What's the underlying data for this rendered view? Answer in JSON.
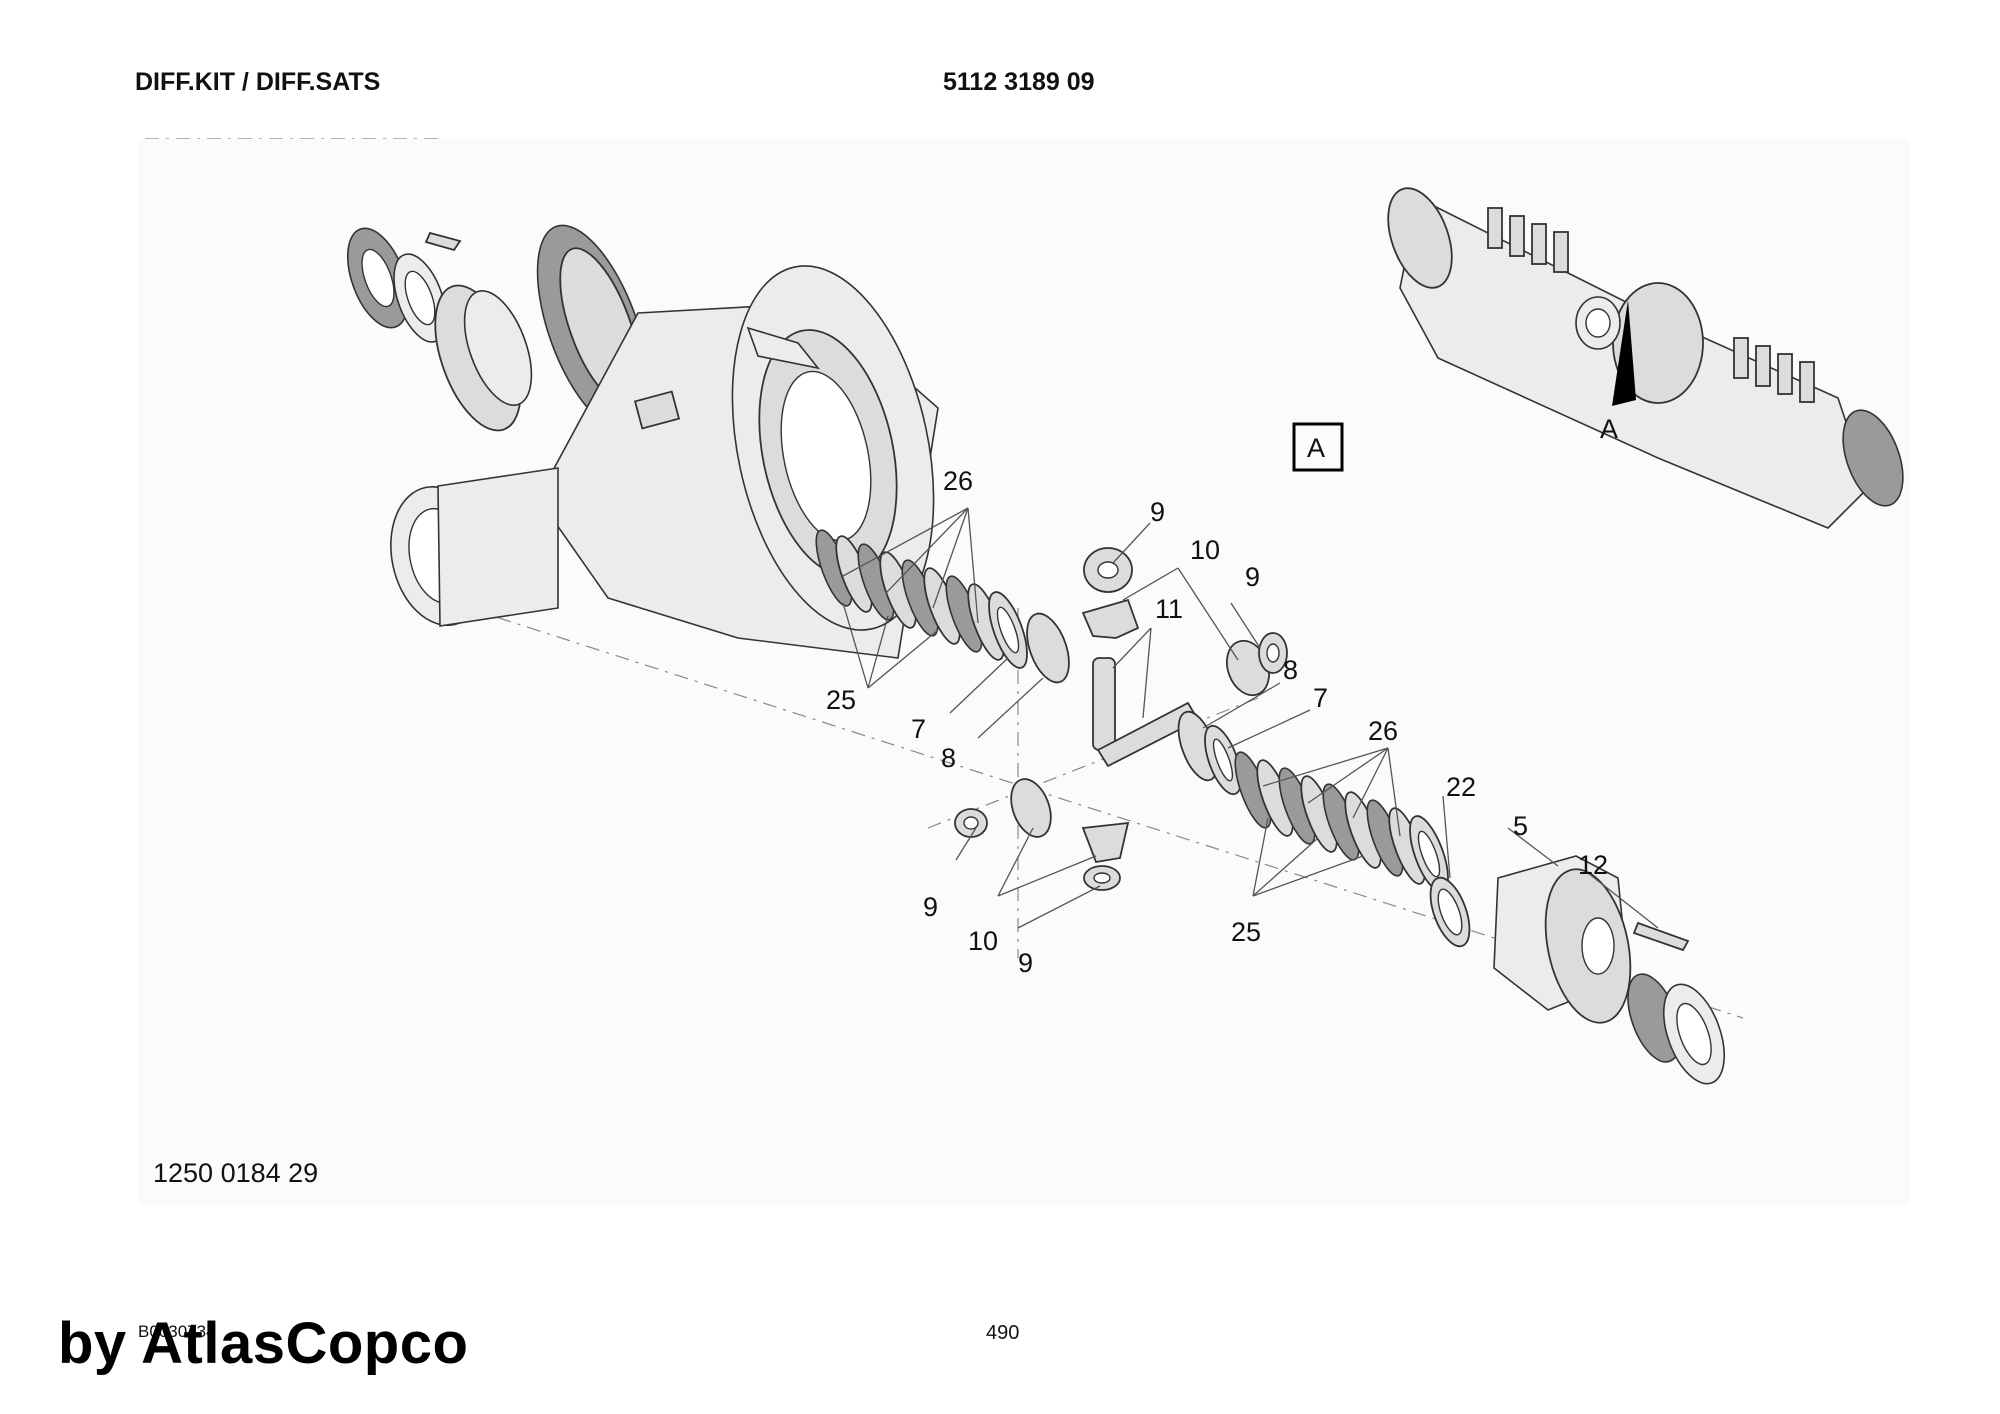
{
  "header": {
    "title": "DIFF.KIT / DIFF.SATS",
    "code": "5112 3189 09"
  },
  "view_label": "A",
  "overview_arrow_label": "A",
  "callouts": {
    "c26_top": "26",
    "c25_left": "25",
    "c7_left": "7",
    "c8_left": "8",
    "c9_a": "9",
    "c10_a": "10",
    "c9_b": "9",
    "c11": "11",
    "c8_right": "8",
    "c7_right": "7",
    "c26_right": "26",
    "c22": "22",
    "c5": "5",
    "c12": "12",
    "c25_right": "25",
    "c9_c": "9",
    "c10_b": "10",
    "c9_d": "9"
  },
  "reference_number": "1250 0184 29",
  "footer": {
    "code": "B0030734",
    "page": "490"
  },
  "watermark": "by AtlasCopco"
}
